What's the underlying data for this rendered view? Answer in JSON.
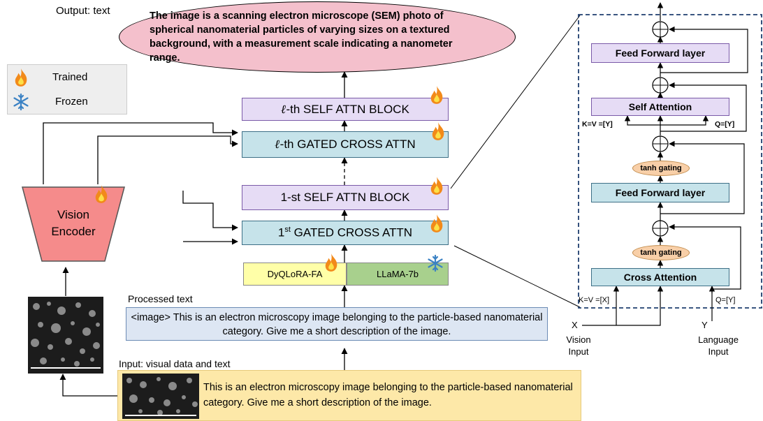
{
  "output_label": "Output: text",
  "output_text": "The image is a scanning electron microscope (SEM) photo of spherical nanomaterial particles of varying sizes on a textured background, with a measurement scale indicating a nanometer range.",
  "legend": {
    "trained": "Trained",
    "frozen": "Frozen"
  },
  "vision_encoder": "Vision Encoder",
  "blocks": {
    "lth_self": "-th  SELF ATTN BLOCK",
    "lth_gated": "-th GATED CROSS ATTN",
    "first_self": "1-st SELF ATTN BLOCK",
    "first_gated_sup": "st",
    "first_gated_rest": " GATED CROSS ATTN",
    "first_gated_num": "1",
    "ell": "ℓ"
  },
  "lora": "DyQLoRA-FA",
  "llama": "LLaMA-7b",
  "processed_label": "Processed text",
  "processed_text": "<image> This is an electron microscopy image belonging to the particle-based nanomaterial category. Give me a short description of the image.",
  "input_label": "Input: visual data and text",
  "input_text": "This is an electron microscopy image belonging to the particle-based nanomaterial category. Give me a short description of the image.",
  "detail": {
    "ff_top": "Feed Forward layer",
    "self_attn": "Self Attention",
    "kv_y": "K=V =[Y]",
    "q_y_top": "Q=[Y]",
    "tanh_top": "tanh gating",
    "ff_bottom": "Feed Forward layer",
    "tanh_bottom": "tanh gating",
    "cross_attn": "Cross Attention",
    "kv_x": "K=V =[X]",
    "q_y_bottom": "Q=[Y]",
    "x": "X",
    "x_caption": "Vision Input",
    "y": "Y",
    "y_caption": "Language Input"
  }
}
